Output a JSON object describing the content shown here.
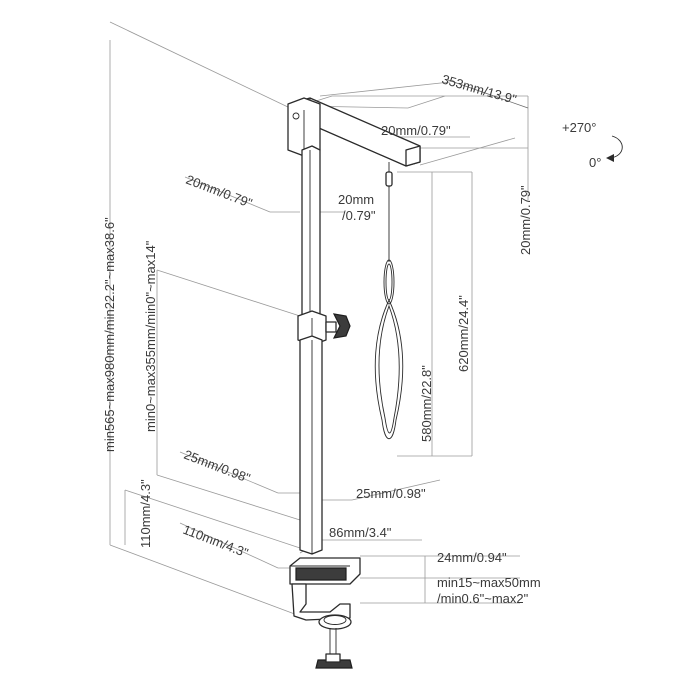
{
  "diagram": {
    "dimensions": {
      "arm_length": "353mm/13.9\"",
      "arm_tip_height": "20mm/0.79\"",
      "arm_side_thickness": "20mm/0.79\"",
      "pole_width_upper": "20mm/0.79\"",
      "pole_depth_upper_line1": "20mm",
      "pole_depth_upper_line2": "/0.79\"",
      "total_height": "min565~max980mm/min22.2\"~max38.6\"",
      "adjust_range": "min0~max355mm/min0\"~max14\"",
      "hanger_length": "580mm/22.8\"",
      "hanger_total": "620mm/24.4\"",
      "lower_width_left": "25mm/0.98\"",
      "lower_width_right": "25mm/0.98\"",
      "base_height": "110mm/4.3\"",
      "base_depth": "110mm/4.3\"",
      "clamp_width": "86mm/3.4\"",
      "clamp_thickness": "24mm/0.94\"",
      "clamp_range_line1": "min15~max50mm",
      "clamp_range_line2": "/min0.6\"~max2\""
    },
    "rotation": {
      "upper": "+270°",
      "lower": "0°"
    }
  }
}
